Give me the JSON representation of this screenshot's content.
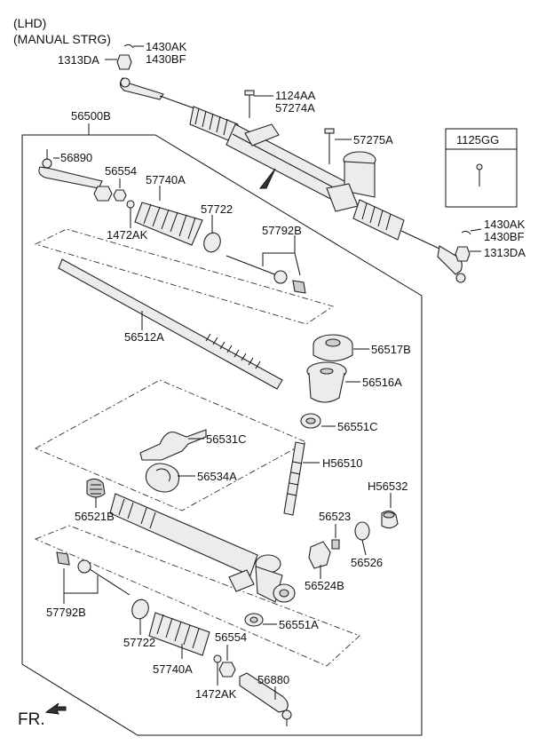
{
  "header": {
    "line1": "(LHD)",
    "line2": "(MANUAL STRG)"
  },
  "assembly_label": "56500B",
  "inset_box": {
    "label": "1125GG"
  },
  "direction": {
    "label": "FR."
  },
  "labels": {
    "l_1430AK_top": "1430AK",
    "l_1430BF_top": "1430BF",
    "l_1313DA_top": "1313DA",
    "l_1124AA": "1124AA",
    "l_57274A": "57274A",
    "l_57275A": "57275A",
    "l_1430AK_right": "1430AK",
    "l_1430BF_right": "1430BF",
    "l_1313DA_right": "1313DA",
    "l_56890": "56890",
    "l_56554_top": "56554",
    "l_57740A_top": "57740A",
    "l_1472AK_top": "1472AK",
    "l_57722_top": "57722",
    "l_57792B_top": "57792B",
    "l_56512A": "56512A",
    "l_56517B": "56517B",
    "l_56516A": "56516A",
    "l_56551C": "56551C",
    "l_56531C": "56531C",
    "l_H56510": "H56510",
    "l_56534A": "56534A",
    "l_H56532": "H56532",
    "l_56521B": "56521B",
    "l_56523": "56523",
    "l_56526": "56526",
    "l_56524B": "56524B",
    "l_57792B_bottom": "57792B",
    "l_56551A": "56551A",
    "l_57722_bottom": "57722",
    "l_56554_bottom": "56554",
    "l_57740A_bottom": "57740A",
    "l_56880": "56880",
    "l_1472AK_bottom": "1472AK"
  }
}
